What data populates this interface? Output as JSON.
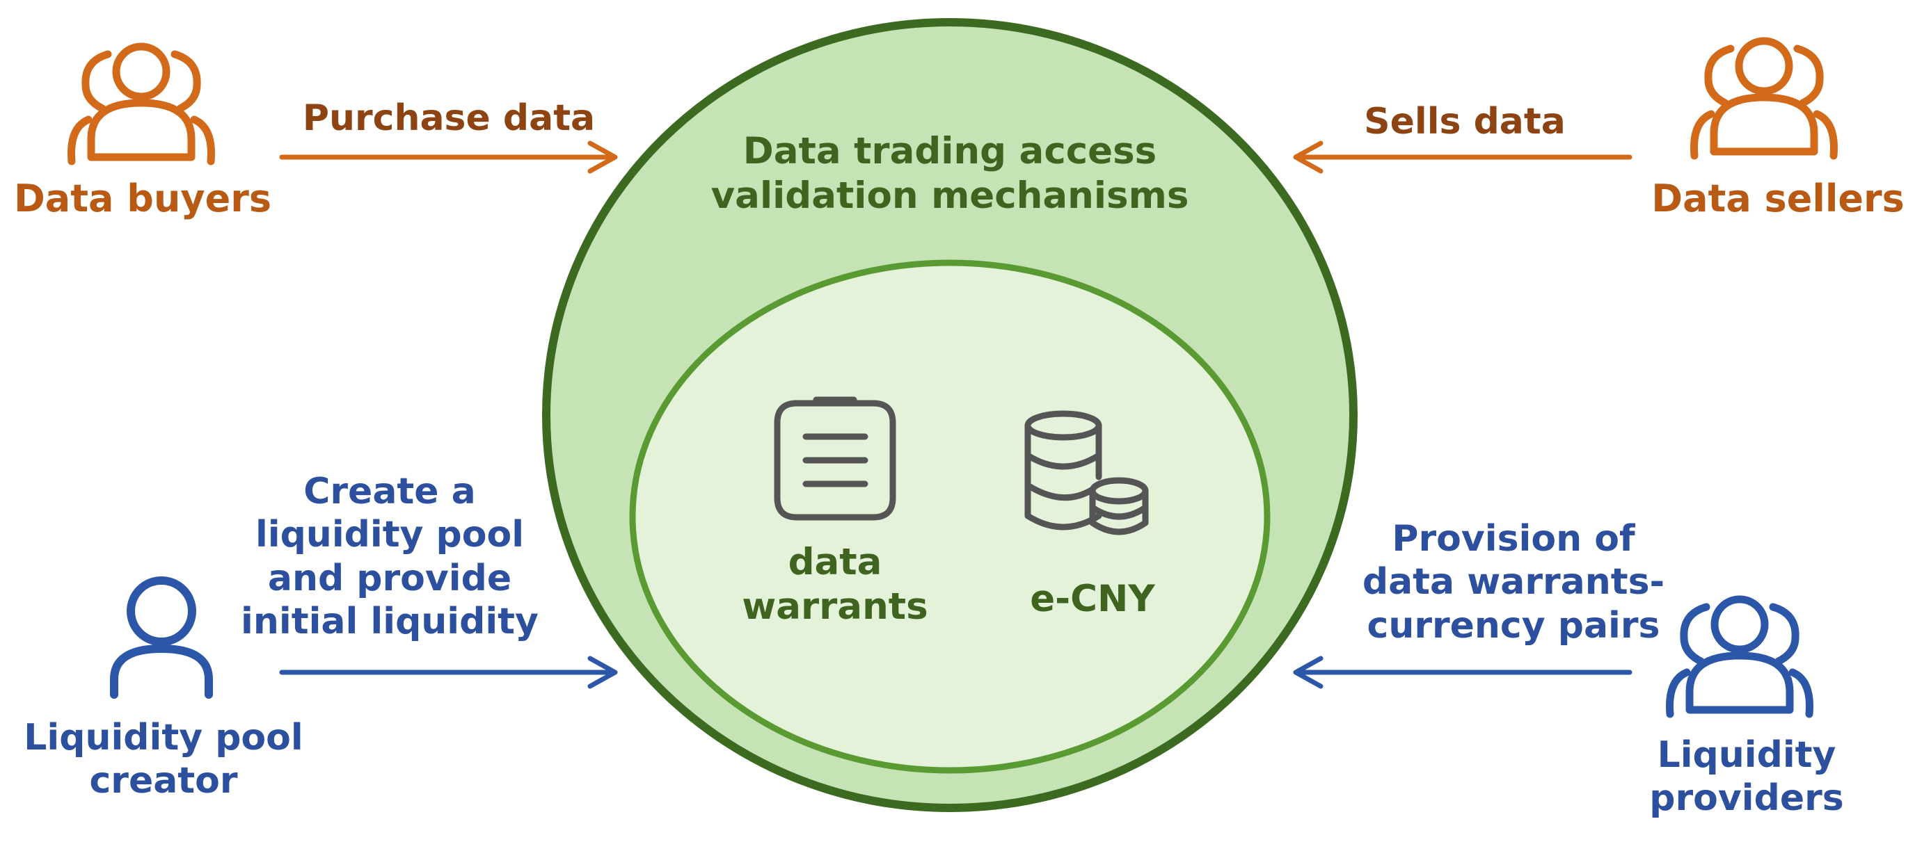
{
  "colors": {
    "buyer_seller": "#d26a1a",
    "buyer_seller_text": "#b85a14",
    "action_text_orange": "#8e4412",
    "liquidity": "#2c56a8",
    "liquidity_text": "#2c4f9e",
    "outer_fill": "#c6e3b6",
    "outer_stroke": "#3b6a20",
    "inner_fill": "#e4f2da",
    "inner_stroke": "#5a9a32",
    "icon_gray": "#555555",
    "green_text": "#3f6420"
  },
  "nodes": {
    "buyers": {
      "label": "Data buyers",
      "icon": "user-group-icon"
    },
    "sellers": {
      "label": "Data sellers",
      "icon": "user-group-icon"
    },
    "pool_creator": {
      "label_lines": [
        "Liquidity pool",
        "creator"
      ],
      "icon": "user-icon"
    },
    "providers": {
      "label_lines": [
        "Liquidity",
        "providers"
      ],
      "icon": "user-group-icon"
    }
  },
  "edges": {
    "purchase": {
      "label": "Purchase data"
    },
    "sells": {
      "label": "Sells data"
    },
    "create": {
      "label_lines": [
        "Create a",
        "liquidity pool",
        "and provide",
        "initial liquidity"
      ]
    },
    "provision": {
      "label_lines": [
        "Provision of",
        "data warrants-",
        "currency pairs"
      ]
    }
  },
  "center": {
    "outer_title_lines": [
      "Data trading access",
      "validation mechanisms"
    ],
    "items": [
      {
        "label_lines": [
          "data",
          "warrants"
        ],
        "icon": "clipboard-icon"
      },
      {
        "label_lines": [
          "e-CNY"
        ],
        "icon": "coin-stack-icon"
      }
    ]
  }
}
